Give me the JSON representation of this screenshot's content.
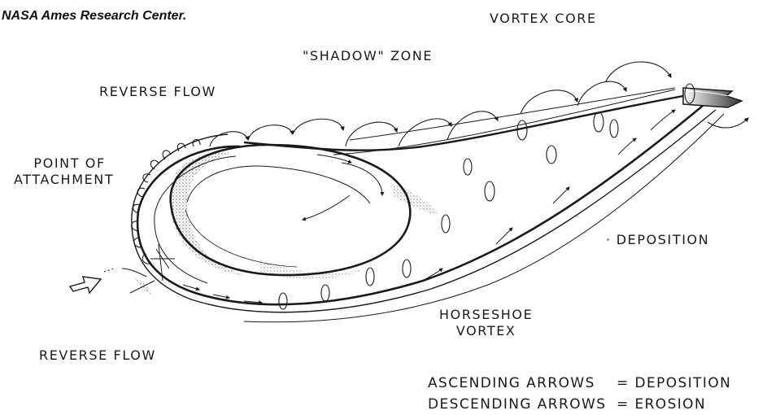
{
  "credit": "NASA Ames Research Center.",
  "labels": {
    "vortex_core": "VORTEX CORE",
    "shadow_zone": "\"SHADOW\" ZONE",
    "reverse_flow_top": "REVERSE FLOW",
    "point_of_attachment_1": "POINT OF",
    "point_of_attachment_2": "ATTACHMENT",
    "deposition": "DEPOSITION",
    "horseshoe_1": "HORSESHOE",
    "horseshoe_2": "VORTEX",
    "reverse_flow_bottom": "REVERSE FLOW"
  },
  "legend": {
    "ascending_key": "ASCENDING ARROWS",
    "ascending_value": "= DEPOSITION",
    "descending_key": "DESCENDING ARROWS",
    "descending_value": "= EROSION"
  },
  "colors": {
    "ink": "#1a1a1a",
    "paper": "#ffffff",
    "stipple": "#555555"
  },
  "icons": [
    "flow-direction-arrow-icon",
    "vortex-core-arrow-icon"
  ]
}
